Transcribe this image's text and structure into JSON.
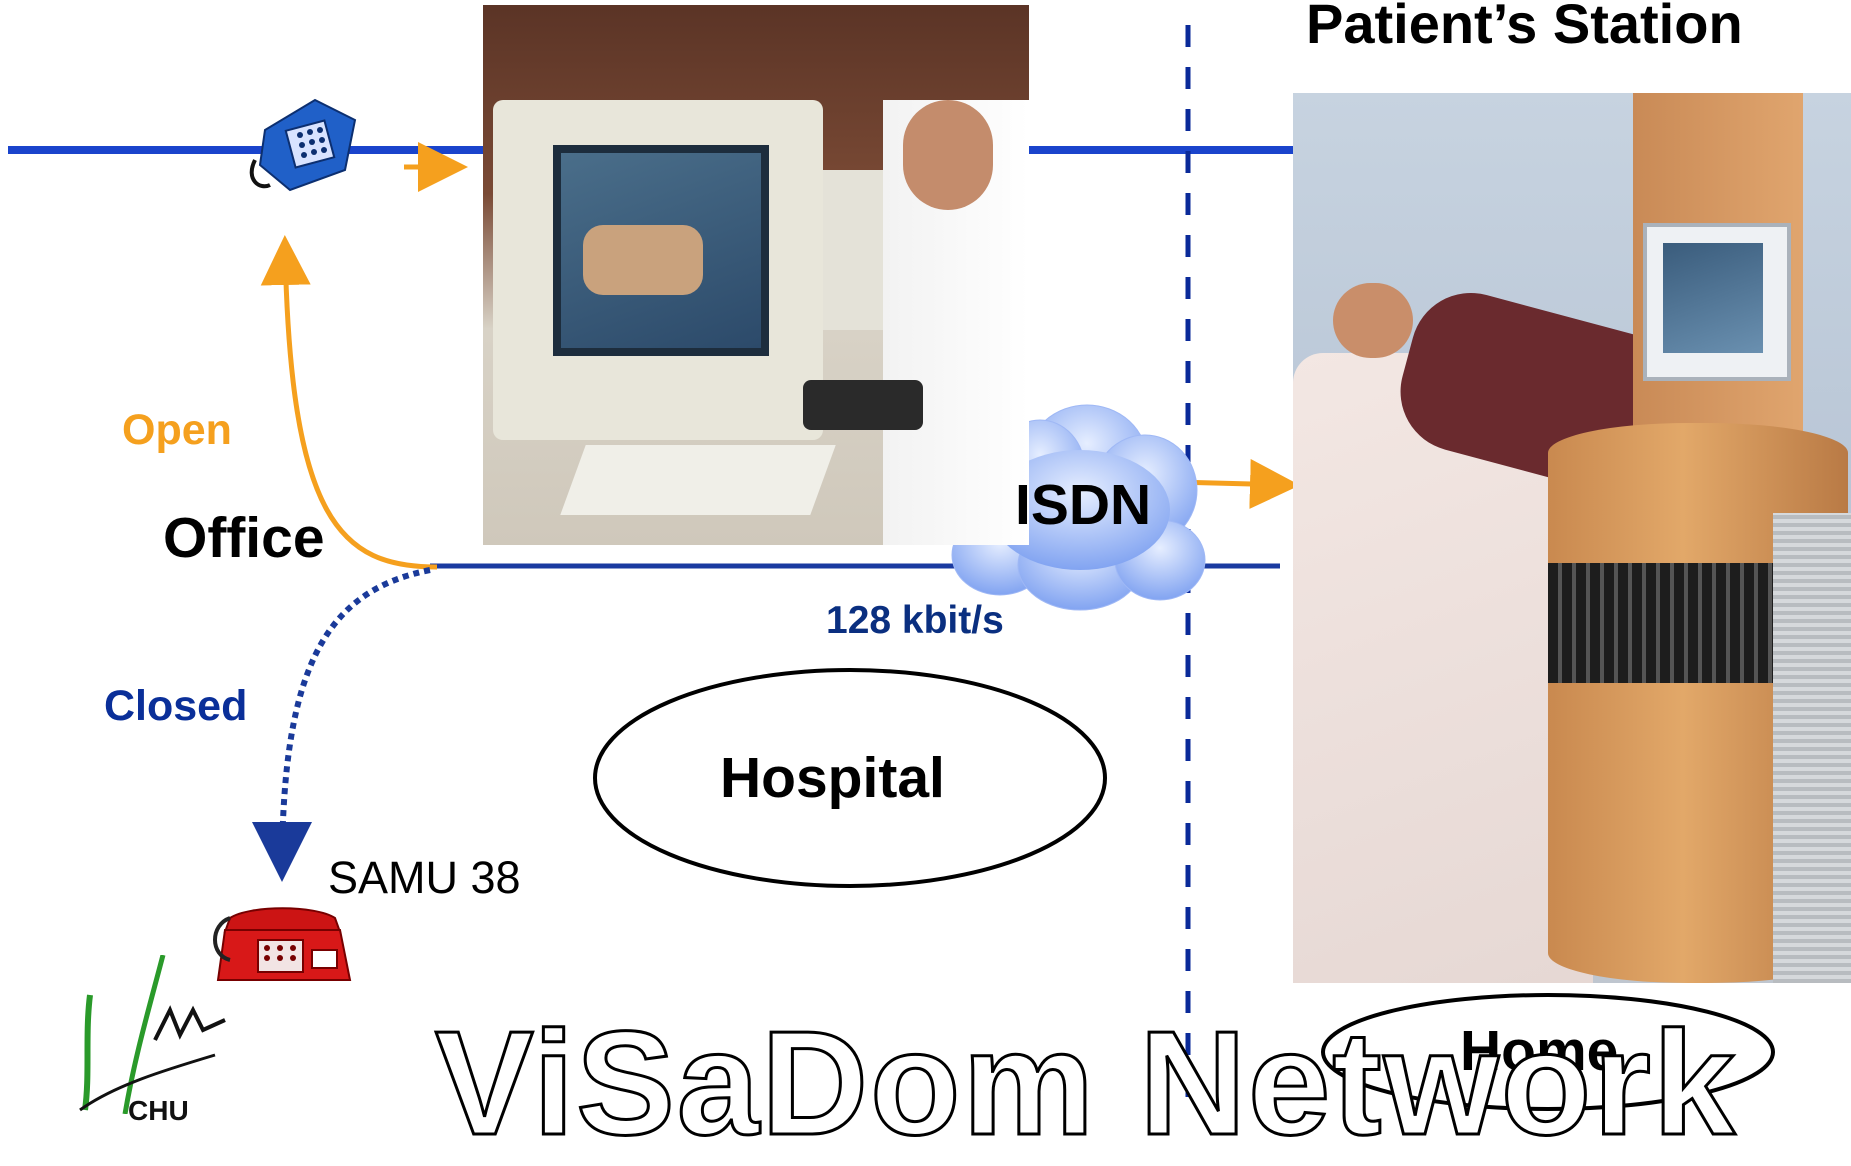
{
  "labels": {
    "patient_station": "Patient’s Station",
    "open": "Open",
    "office": "Office",
    "closed": "Closed",
    "isdn": "ISDN",
    "bandwidth": "128 kbit/s",
    "hospital": "Hospital",
    "samu": "SAMU 38",
    "home": "Home",
    "network_title": "ViSaDom Network",
    "logo_text": "CHU"
  },
  "colors": {
    "line_blue": "#1a44cc",
    "dashed_blue": "#0a2a99",
    "arrow_orange": "#f5a01e",
    "open_text": "#f5a01e",
    "closed_text": "#0a2f99",
    "bandwidth_text": "#0a2f80",
    "cloud_fill": "#9fb8f5",
    "office_phone": "#2060c8",
    "samu_phone": "#d81818",
    "logo_green": "#2a9a2a"
  },
  "icons": {
    "office_phone": "telephone-icon",
    "samu_phone": "telephone-icon",
    "cloud": "cloud-icon",
    "logo": "chu-logo"
  }
}
